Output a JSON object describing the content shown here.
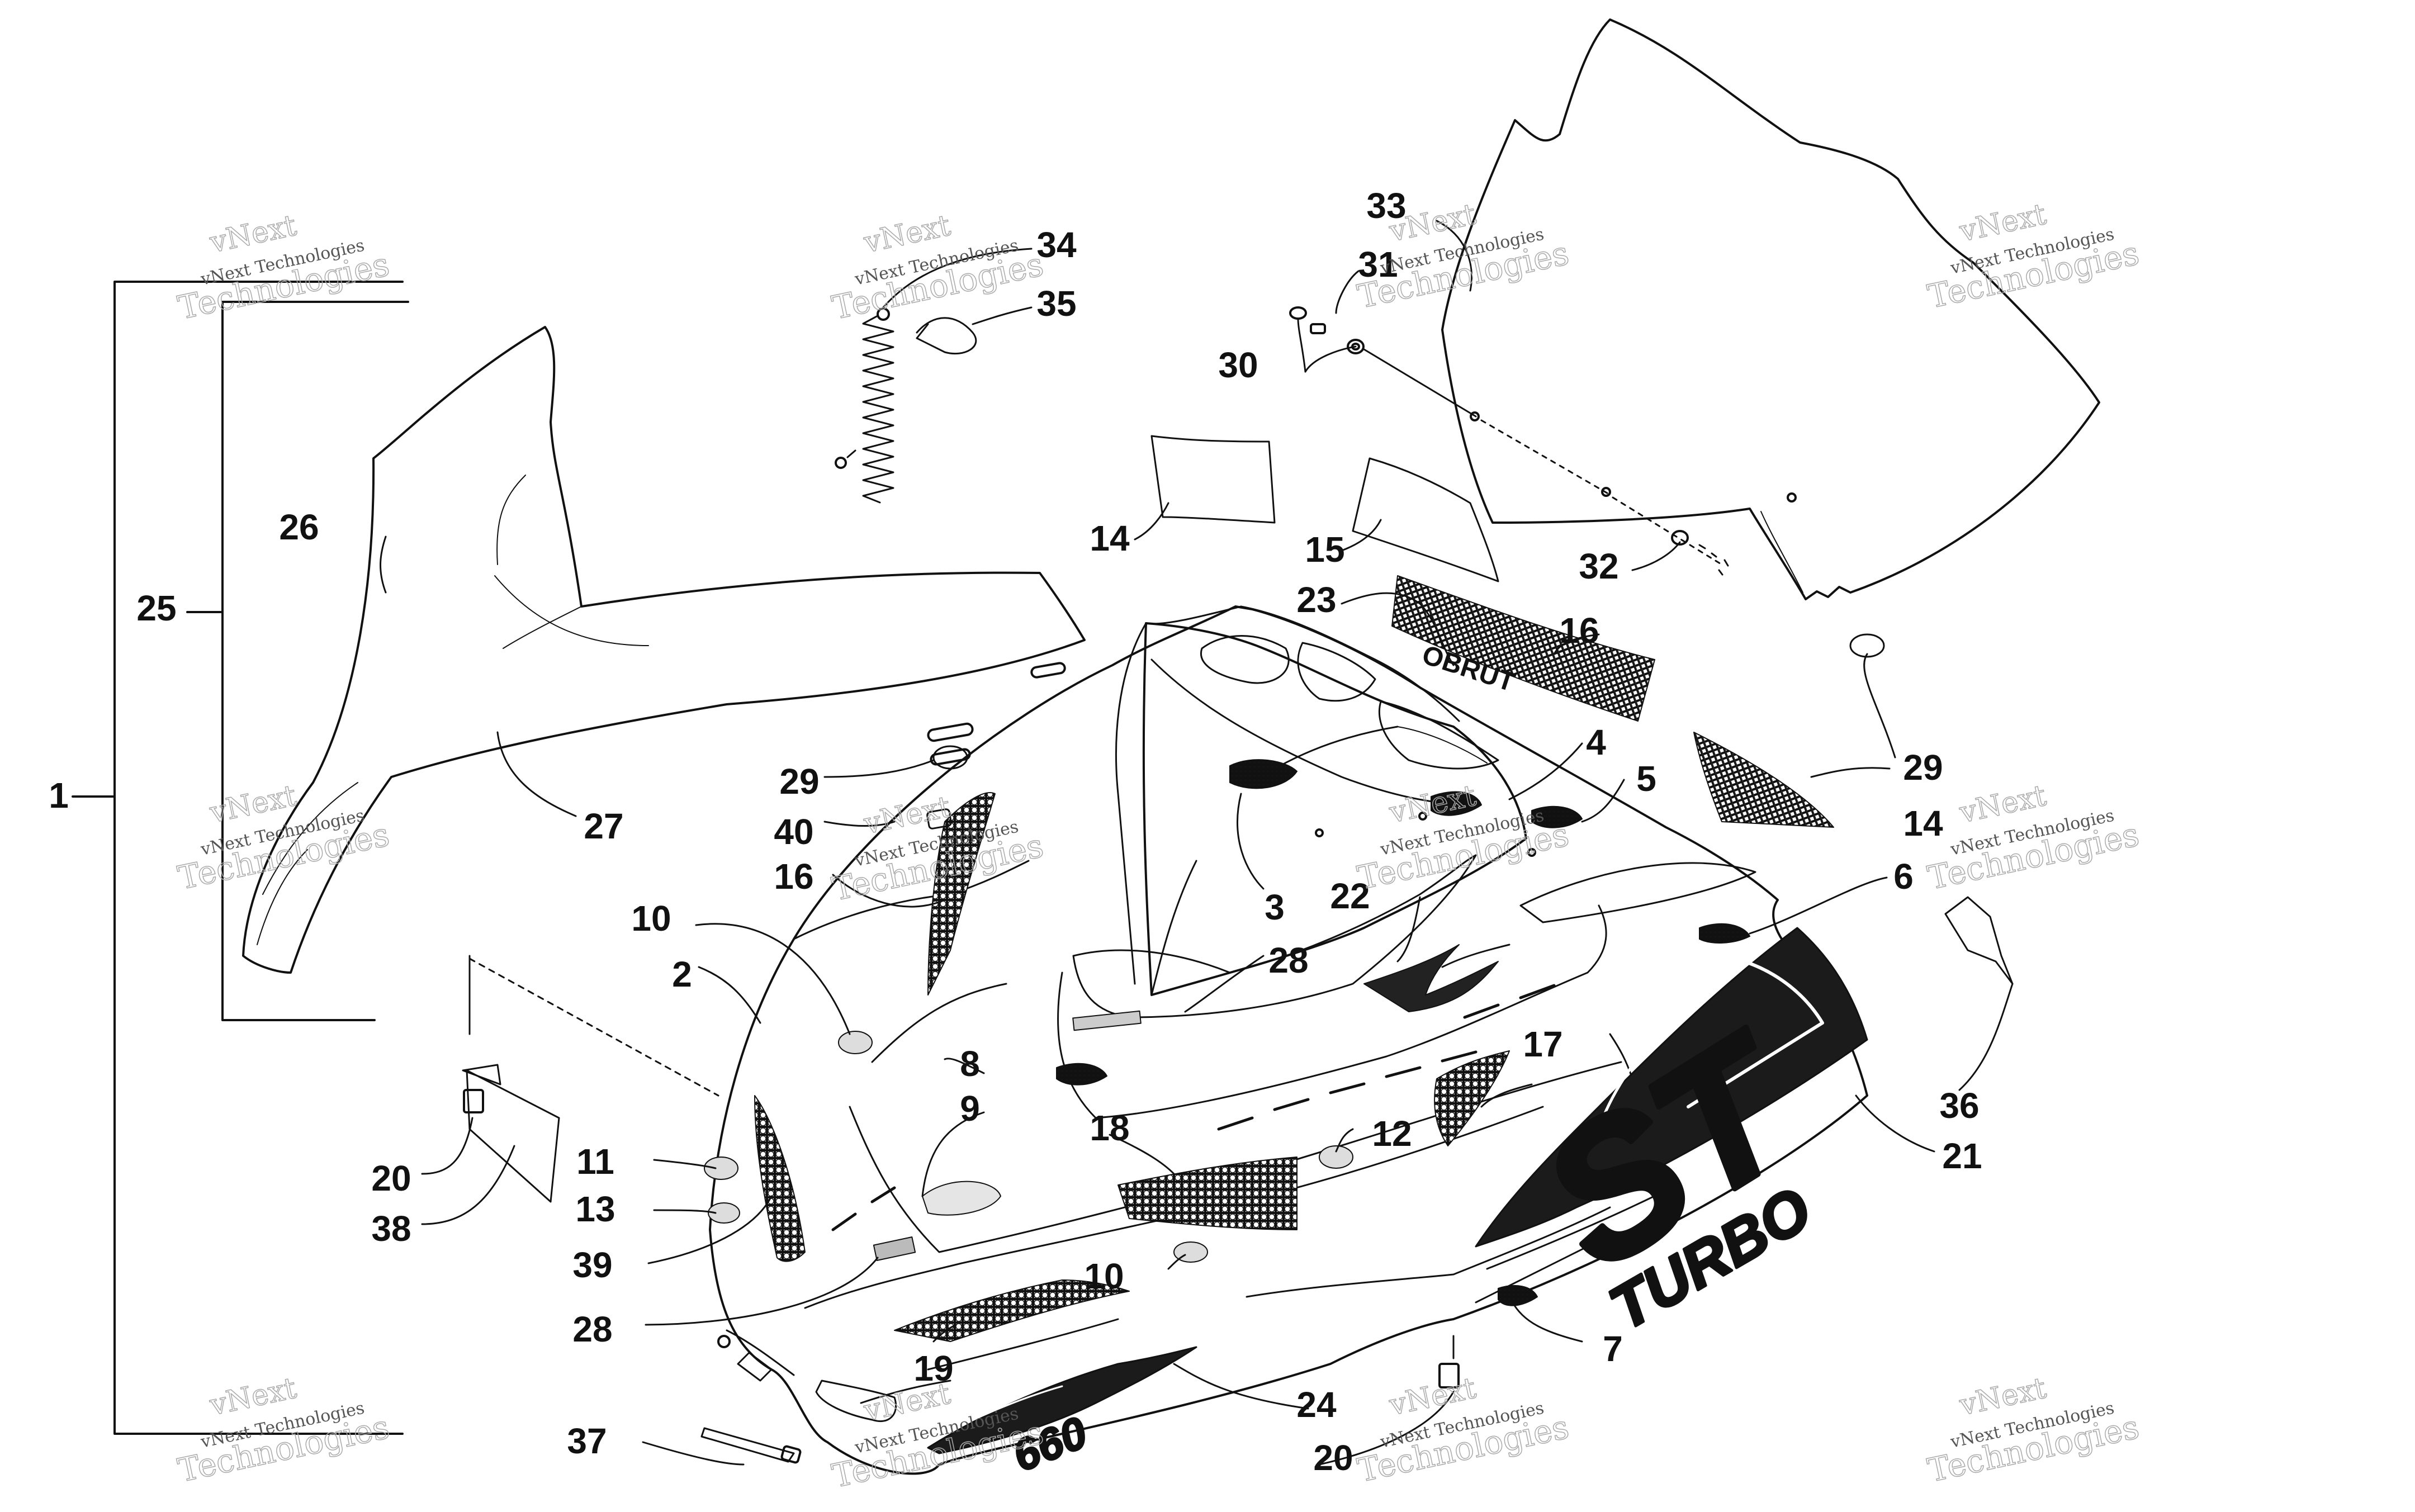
{
  "diagram": {
    "callouts": [
      "1",
      "2",
      "3",
      "4",
      "5",
      "6",
      "7",
      "8",
      "9",
      "10",
      "10",
      "11",
      "12",
      "13",
      "14",
      "14",
      "15",
      "16",
      "16",
      "17",
      "18",
      "19",
      "20",
      "20",
      "21",
      "22",
      "23",
      "24",
      "25",
      "26",
      "27",
      "28",
      "28",
      "29",
      "29",
      "30",
      "31",
      "32",
      "33",
      "34",
      "35",
      "36",
      "37",
      "38",
      "39",
      "40"
    ],
    "watermark": {
      "brand": "vNext Technologies",
      "line1": "vNext",
      "line2": "Technologies"
    },
    "decals": {
      "model": "ST",
      "trim": "TURBO",
      "engine": "660",
      "badge": "OBRUT"
    }
  }
}
